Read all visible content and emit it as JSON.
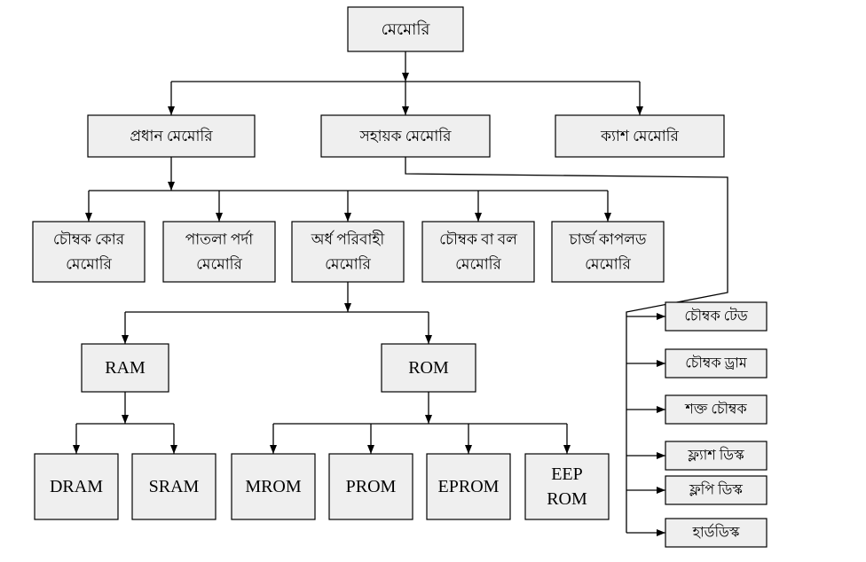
{
  "diagram": {
    "root": {
      "lines": [
        "মেমোরি"
      ]
    },
    "categories": [
      {
        "lines": [
          "প্রধান মেমোরি"
        ]
      },
      {
        "lines": [
          "সহায়ক মেমোরি"
        ]
      },
      {
        "lines": [
          "ক্যাশ মেমোরি"
        ]
      }
    ],
    "main_memory_types": [
      {
        "lines": [
          "চৌম্বক কোর",
          "মেমোরি"
        ]
      },
      {
        "lines": [
          "পাতলা পর্দা",
          "মেমোরি"
        ]
      },
      {
        "lines": [
          "অর্ধ পরিবাহী",
          "মেমোরি"
        ]
      },
      {
        "lines": [
          "চৌম্বক বা বল",
          "মেমোরি"
        ]
      },
      {
        "lines": [
          "চার্জ কাপলড",
          "মেমোরি"
        ]
      }
    ],
    "semiconductor_types": [
      {
        "lines": [
          "RAM"
        ]
      },
      {
        "lines": [
          "ROM"
        ]
      }
    ],
    "ram_types": [
      {
        "lines": [
          "DRAM"
        ]
      },
      {
        "lines": [
          "SRAM"
        ]
      }
    ],
    "rom_types": [
      {
        "lines": [
          "MROM"
        ]
      },
      {
        "lines": [
          "PROM"
        ]
      },
      {
        "lines": [
          "EPROM"
        ]
      },
      {
        "lines": [
          "EEP",
          "ROM"
        ]
      }
    ],
    "auxiliary_memory_types": [
      {
        "lines": [
          "চৌম্বক টেড"
        ]
      },
      {
        "lines": [
          "চৌম্বক ড্রাম"
        ]
      },
      {
        "lines": [
          "শক্ত চৌম্বক"
        ]
      },
      {
        "lines": [
          "ফ্ল্যাশ ডিস্ক"
        ]
      },
      {
        "lines": [
          "ফ্লপি ডিস্ক"
        ]
      },
      {
        "lines": [
          "হার্ডডিস্ক"
        ]
      }
    ]
  },
  "style": {
    "box_fill": "#efefef",
    "line_color": "#000000"
  }
}
